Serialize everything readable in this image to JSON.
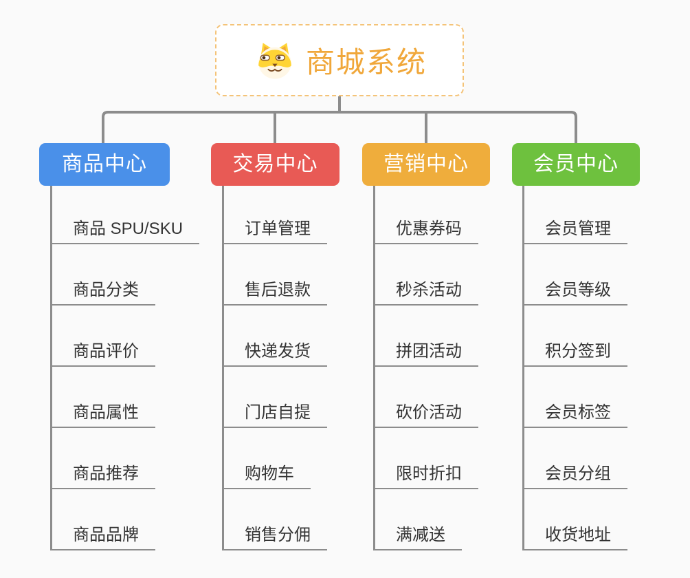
{
  "page": {
    "background_color": "#fafafa",
    "connector_color": "#8c8c8c",
    "underline_color": "#8c8c8c",
    "sub_text_color": "#333333"
  },
  "root": {
    "title": "商城系统",
    "icon": "dog-face-icon",
    "title_color": "#f0a73a",
    "border_color": "#f4c378",
    "background": "#ffffff"
  },
  "branches": [
    {
      "label": "商品中心",
      "color": "#4a90e9",
      "children": [
        "商品 SPU/SKU",
        "商品分类",
        "商品评价",
        "商品属性",
        "商品推荐",
        "商品品牌"
      ]
    },
    {
      "label": "交易中心",
      "color": "#e85a55",
      "children": [
        "订单管理",
        "售后退款",
        "快递发货",
        "门店自提",
        "购物车",
        "销售分佣"
      ]
    },
    {
      "label": "营销中心",
      "color": "#efad3c",
      "children": [
        "优惠券码",
        "秒杀活动",
        "拼团活动",
        "砍价活动",
        "限时折扣",
        "满减送"
      ]
    },
    {
      "label": "会员中心",
      "color": "#6ec13e",
      "children": [
        "会员管理",
        "会员等级",
        "积分签到",
        "会员标签",
        "会员分组",
        "收货地址"
      ]
    }
  ]
}
